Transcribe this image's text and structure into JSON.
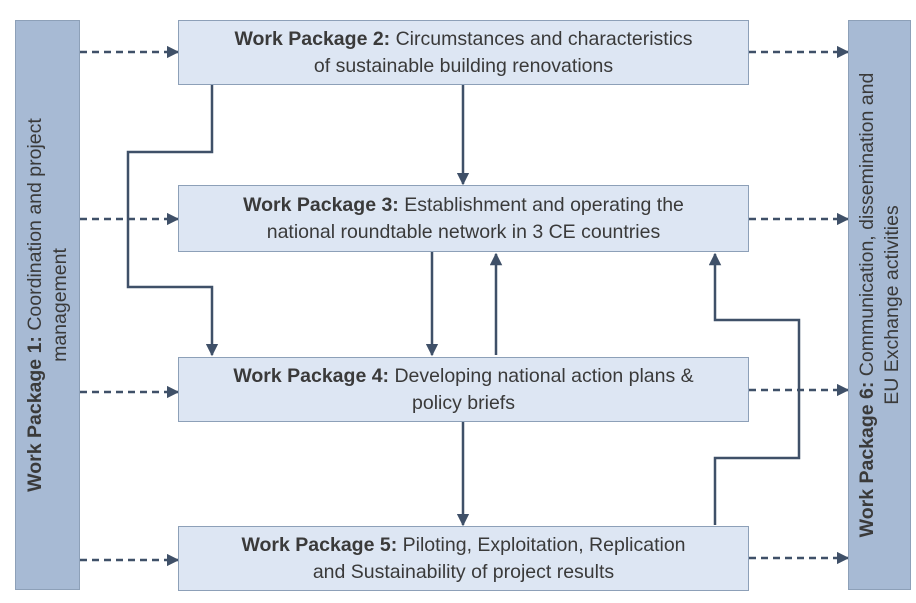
{
  "wp1": {
    "title": "Work Package 1:",
    "line1": "Coordination and project",
    "line2": "management"
  },
  "wp2": {
    "title": "Work Package 2:",
    "line1": "Circumstances and characteristics",
    "line2": "of sustainable building renovations"
  },
  "wp3": {
    "title": "Work Package 3:",
    "line1": "Establishment and operating the",
    "line2": "national roundtable network in 3 CE countries"
  },
  "wp4": {
    "title": "Work Package 4:",
    "line1": "Developing national action plans &",
    "line2": "policy briefs"
  },
  "wp5": {
    "title": "Work Package 5:",
    "line1": "Piloting, Exploitation, Replication",
    "line2": "and Sustainability of project results"
  },
  "wp6": {
    "title": "Work Package 6:",
    "line1": "Communication, dissemination and",
    "line2": "EU Exchange activities"
  },
  "colors": {
    "box_fill": "#dde6f3",
    "side_fill": "#a7bad4",
    "border": "#8da0b8",
    "connector": "#3f5068"
  }
}
